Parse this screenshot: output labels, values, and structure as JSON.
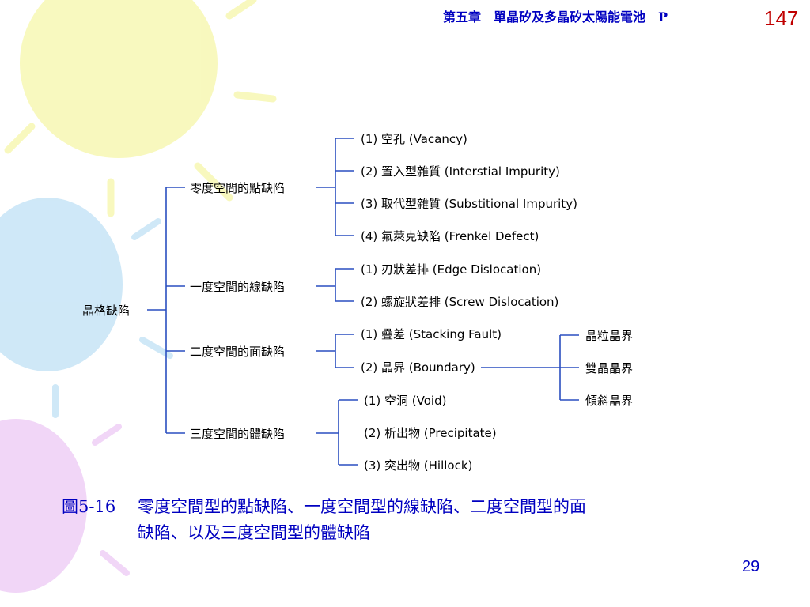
{
  "header": {
    "chapter": "第五章　單晶矽及多晶矽太陽能電池",
    "mark": "P",
    "page": "147"
  },
  "tree": {
    "root": "晶格缺陷",
    "categories": [
      {
        "label": "零度空間的點缺陷",
        "items": [
          "(1) 空孔 (Vacancy)",
          "(2) 置入型雜質 (Interstial Impurity)",
          "(3) 取代型雜質 (Substitional Impurity)",
          "(4) 氟萊克缺陷 (Frenkel Defect)"
        ]
      },
      {
        "label": "一度空間的線缺陷",
        "items": [
          "(1) 刃狀差排 (Edge Dislocation)",
          "(2) 螺旋狀差排 (Screw Dislocation)"
        ]
      },
      {
        "label": "二度空間的面缺陷",
        "items": [
          "(1) 疊差 (Stacking Fault)",
          "(2) 晶界 (Boundary)"
        ]
      },
      {
        "label": "三度空間的體缺陷",
        "items": [
          "(1) 空洞 (Void)",
          "(2) 析出物 (Precipitate)",
          "(3) 突出物 (Hillock)"
        ]
      }
    ],
    "boundary_types": [
      "晶粒晶界",
      "雙晶晶界",
      "傾斜晶界"
    ]
  },
  "caption": {
    "number": "圖5-16",
    "line1": "零度空間型的點缺陷、一度空間型的線缺陷、二度空間型的面",
    "line2": "缺陷、以及三度空間型的體缺陷"
  },
  "footer": {
    "page": "29"
  },
  "colors": {
    "line": "#2a4fc0",
    "header": "#0000c0",
    "pagenum": "#c00000"
  }
}
